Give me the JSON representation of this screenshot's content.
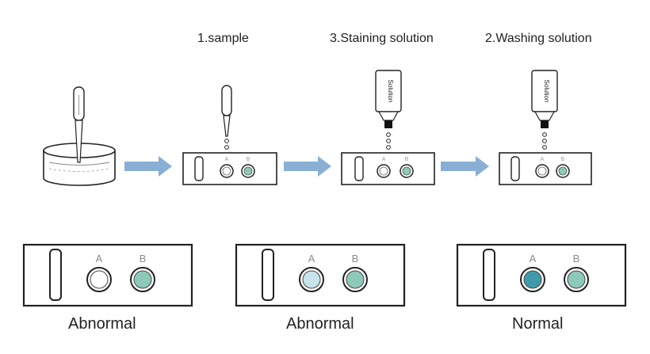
{
  "steps": [
    {
      "label": "1.sample"
    },
    {
      "label": "3.Staining solution"
    },
    {
      "label": "2.Washing solution"
    }
  ],
  "bottle_text": "Solution",
  "well_labels": {
    "a": "A",
    "b": "B"
  },
  "results": [
    {
      "label": "Abnormal"
    },
    {
      "label": "Abnormal"
    },
    {
      "label": "Normal"
    }
  ],
  "colors": {
    "arrow": "#8aafd4",
    "well_b": "#8cc9b9",
    "well_a_abnormal_1": "#ffffff",
    "well_a_abnormal_2": "#c7e4ea",
    "well_a_normal": "#3f9aa8"
  }
}
